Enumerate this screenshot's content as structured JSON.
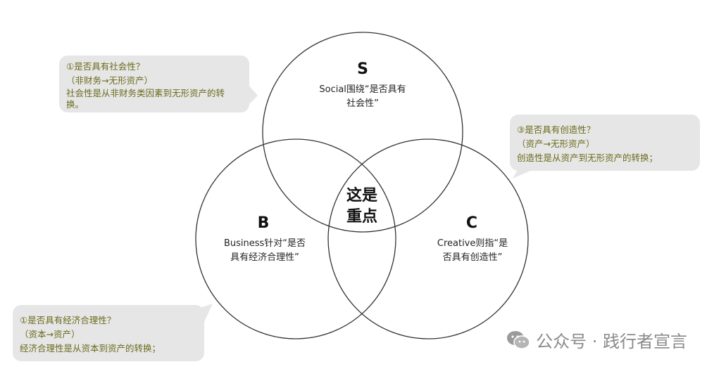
{
  "circles": {
    "s": {
      "letter": "S",
      "desc_line1": "Social围绕“是否具有",
      "desc_line2": "社会性”"
    },
    "b": {
      "letter": "B",
      "desc_line1": "Business针对“是否",
      "desc_line2": "具有经济合理性”"
    },
    "c": {
      "letter": "C",
      "desc_line1": "Creative则指“是",
      "desc_line2": "否具有创造性”"
    }
  },
  "center": {
    "line1": "这是",
    "line2": "重点"
  },
  "notes": {
    "social": {
      "line1": "①是否具有社会性？",
      "line2": "（非财务→无形资产）",
      "line3": "社会性是从非财务类因素到无形资产的转",
      "line4": "换。"
    },
    "creative": {
      "line1": "③是否具有创造性？",
      "line2": "（资产→无形资产）",
      "line3": "创造性是从资产到无形资产的转换；"
    },
    "business": {
      "line1": "①是否具有经济合理性？",
      "line2": "（资本→资产）",
      "line3": "经济合理性是从资本到资产的转换；"
    }
  },
  "watermark": {
    "text": "公众号 · 践行者宣言",
    "icon": "wechat-icon"
  },
  "colors": {
    "note_bg": "#e6e6e6",
    "note_text": "#6b6b1e",
    "circle_stroke": "#333333"
  }
}
